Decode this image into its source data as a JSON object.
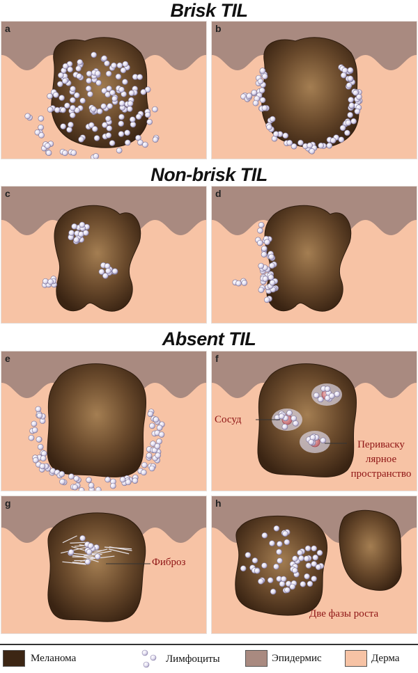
{
  "sections": {
    "brisk": "Brisk TIL",
    "nonbrisk": "Non-brisk TIL",
    "absent": "Absent TIL"
  },
  "panels": {
    "a": "a",
    "b": "b",
    "c": "c",
    "d": "d",
    "e": "e",
    "f": "f",
    "g": "g",
    "h": "h"
  },
  "labels": {
    "vessel": "Сосуд",
    "perivascular_line1": "Периваску",
    "perivascular_line2": "лярное",
    "perivascular_line3": "пространство",
    "fibrosis": "Фиброз",
    "two_phases": "Две фазы роста"
  },
  "legend": {
    "melanoma": "Меланома",
    "lymphocytes": "Лимфоциты",
    "epidermis": "Эпидермис",
    "dermis": "Дерма"
  },
  "colors": {
    "dermis": "#f7c3a5",
    "epidermis": "#a98a80",
    "melanoma_dark": "#3c2614",
    "melanoma_center": "#a07a50",
    "lymphocyte": "#e8e4f2",
    "vessel": "#c98088"
  }
}
